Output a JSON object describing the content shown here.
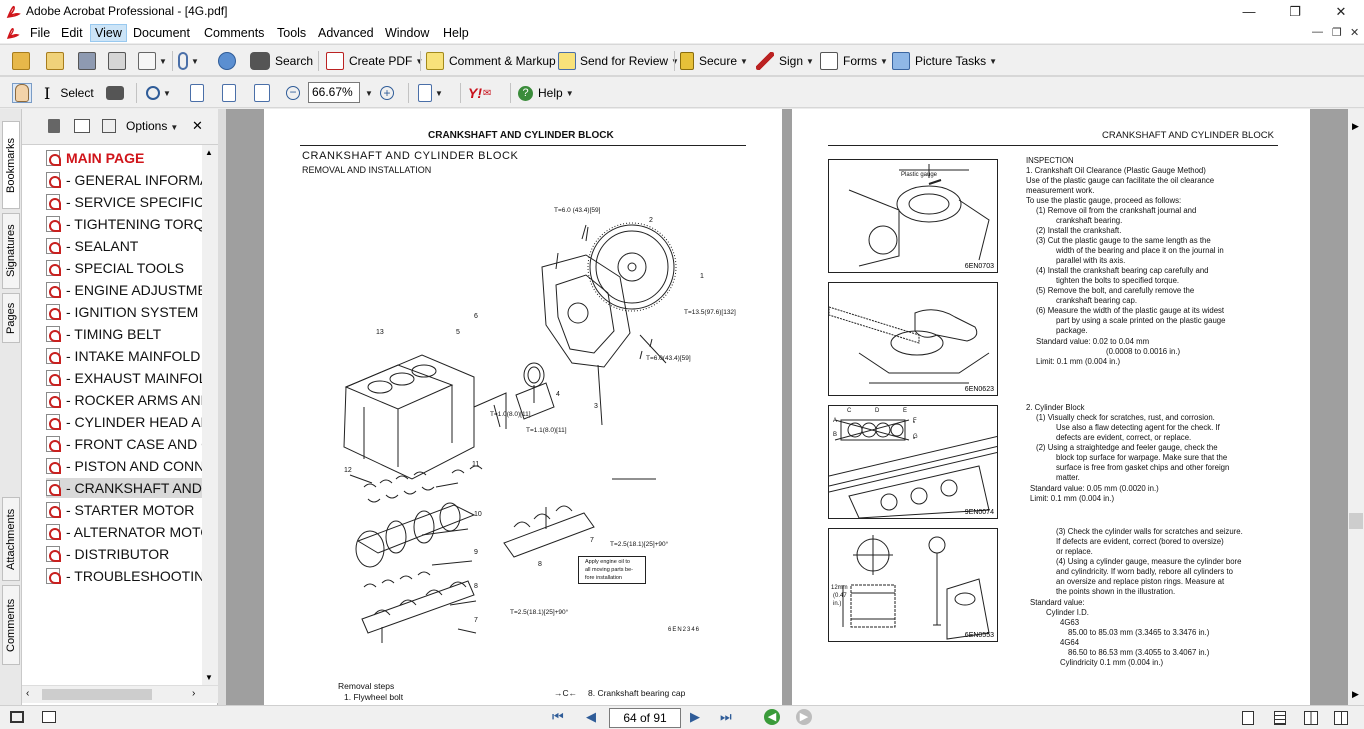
{
  "window": {
    "title": "Adobe Acrobat Professional - [4G.pdf]"
  },
  "menu": [
    "File",
    "Edit",
    "View",
    "Document",
    "Comments",
    "Tools",
    "Advanced",
    "Window",
    "Help"
  ],
  "toolbar1": {
    "search": "Search",
    "create_pdf": "Create PDF",
    "comment_markup": "Comment & Markup",
    "send_review": "Send for Review",
    "secure": "Secure",
    "sign": "Sign",
    "forms": "Forms",
    "picture_tasks": "Picture Tasks"
  },
  "toolbar2": {
    "select": "Select",
    "zoom": "66.67%",
    "help": "Help"
  },
  "nav": {
    "options": "Options",
    "tabs": [
      "Bookmarks",
      "Signatures",
      "Pages",
      "Attachments",
      "Comments"
    ],
    "bookmarks": [
      "MAIN PAGE",
      "- GENERAL INFORMA",
      "- SERVICE SPECIFICA",
      "- TIGHTENING TORQU",
      "- SEALANT",
      "- SPECIAL TOOLS",
      "- ENGINE ADJUSTMEN",
      "- IGNITION SYSTEM",
      "- TIMING BELT",
      "- INTAKE MAINFOLD",
      "- EXHAUST MAINFOLD",
      "- ROCKER ARMS AND",
      "- CYLINDER HEAD AN",
      "- FRONT CASE AND C",
      "- PISTON AND CONNE",
      "- CRANKSHAFT AND C",
      "- STARTER MOTOR",
      "- ALTERNATOR MOTO",
      "- DISTRIBUTOR",
      "- TROUBLESHOOTING"
    ]
  },
  "left_page": {
    "header": "CRANKSHAFT AND CYLINDER BLOCK",
    "title": "CRANKSHAFT AND CYLINDER BLOCK",
    "subtitle": "REMOVAL AND INSTALLATION",
    "callouts": {
      "t1": "T=6.0 (43.4)[59]",
      "t2": "T=13.5(97.6)[132]",
      "t3": "T=6.0(43.4)[59]",
      "t4": "T=1.0(8.0)[11]",
      "t5": "T=1.1(8.0)[11]",
      "t6": "T=2.5(18.1)[25]+90°",
      "t7": "T=2.5(18.1)[25]+90°",
      "n1": "1",
      "n2": "2",
      "n3": "3",
      "n4": "4",
      "n5": "5",
      "n6": "6",
      "n7": "7",
      "n7b": "7",
      "n8": "8",
      "n8b": "8",
      "n9": "9",
      "n10": "10",
      "n11": "11",
      "n12": "12",
      "n13": "13",
      "note1": "Apply engine oil to",
      "note2": "all moving parts be-",
      "note3": "fore installation",
      "code": "6EN2346"
    },
    "removal_steps": "Removal steps",
    "step1": "1.    Flywheel bolt",
    "step8": "8.    Crankshaft bearing cap",
    "arrow": "→C←"
  },
  "right_page": {
    "header": "CRANKSHAFT AND CYLINDER BLOCK",
    "fig_labels": [
      "6EN0703",
      "6EN0623",
      "9EN0074",
      "6EN0553"
    ],
    "fig_text": {
      "plastic_gauge": "Plastic gauge",
      "mm": "12mm",
      "inch1": "(0.47",
      "inch2": "in.)"
    },
    "lines": [
      "INSPECTION",
      "1.    Crankshaft Oil Clearance (Plastic Gauge Method)",
      "Use of the plastic gauge can facilitate the oil clearance",
      "measurement work.",
      "To use the plastic gauge, proceed as follows:",
      "(1)    Remove oil from the crankshaft journal and",
      "crankshaft bearing.",
      "(2)    Install the crankshaft.",
      "(3)    Cut the plastic gauge to the same length as the",
      "width of the bearing and place it on the journal in",
      "parallel with its axis.",
      "(4)    Install the crankshaft bearing cap carefully and",
      "tighten the bolts to specified torque.",
      "(5)    Remove the bolt, and carefully remove the",
      "crankshaft bearing cap.",
      "(6)    Measure the width of the plastic gauge at its widest",
      "part by using a scale printed on the plastic gauge",
      "package.",
      "Standard value: 0.02 to 0.04 mm",
      "(0.0008 to 0.0016 in.)",
      "Limit: 0.1 mm (0.004 in.)",
      "2.    Cylinder Block",
      "(1)    Visually check for scratches, rust, and corrosion.",
      "Use also a flaw detecting agent for the check. If",
      "defects are evident, correct, or replace.",
      "(2)    Using a straightedge and feeler gauge, check the",
      "block top surface for warpage. Make sure that the",
      "surface is free from gasket chips and other foreign",
      "matter.",
      "Standard value: 0.05 mm (0.0020 in.)",
      "Limit: 0.1 mm (0.004 in.)",
      "(3)    Check the cylinder walls for scratches and seizure.",
      "If defects are evident, correct (bored to oversize)",
      "or replace.",
      "(4)    Using a cylinder gauge, measure the cylinder bore",
      "and cylindricity. If worn badly, rebore all cylinders to",
      "an oversize and replace piston rings. Measure at",
      "the points shown in the illustration.",
      "Standard value:",
      "Cylinder I.D.",
      "4G63",
      "85.00 to 85.03 mm (3.3465 to 3.3476 in.)",
      "4G64",
      "86.50 to 86.53 mm (3.4055 to 3.4067 in.)",
      "Cylindricity 0.1 mm (0.004 in.)"
    ]
  },
  "status": {
    "page": "64 of 91"
  },
  "colors": {
    "main_page": "#d0141a",
    "accent": "#cce4f7"
  }
}
